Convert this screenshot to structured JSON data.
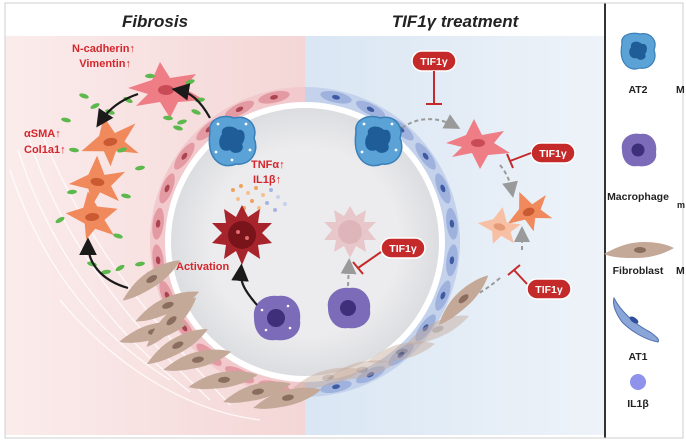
{
  "panels": {
    "left_title": "Fibrosis",
    "right_title": "TIF1γ treatment"
  },
  "labels": {
    "ncadherin": "N-cadherin↑",
    "vimentin": "Vimentin↑",
    "asma": "αSMA↑",
    "col1a1": "Col1a1↑",
    "tnfa": "TNFα↑",
    "il1b": "IL1β↑",
    "activation": "Activation",
    "tif1g": "TIF1γ"
  },
  "legend": {
    "items": [
      {
        "key": "at2",
        "label": "AT2",
        "extra": "M"
      },
      {
        "key": "macrophage",
        "label": "Macrophage",
        "extra": "m"
      },
      {
        "key": "fibroblast",
        "label": "Fibroblast",
        "extra": "M"
      },
      {
        "key": "at1",
        "label": "AT1"
      },
      {
        "key": "il1b",
        "label": "IL1β"
      }
    ]
  },
  "colors": {
    "left_bg": "#f5dada",
    "right_bg": "#dde8f4",
    "alveolus_fill": "#e9eaec",
    "left_wall": "#d9808a",
    "right_wall": "#8a9fcf",
    "red_label": "#d4272d",
    "tif_fill": "#c42a2a",
    "at2_blue": "#5ba2d6",
    "macrophage_purple": "#6d5ba8",
    "fibroblast_tan": "#c4a898",
    "mesenchymal_orange": "#f08a5d",
    "myofibroblast_pink": "#ee7d86",
    "ecm_green": "#5db94e",
    "activated_red": "#a8242c"
  }
}
